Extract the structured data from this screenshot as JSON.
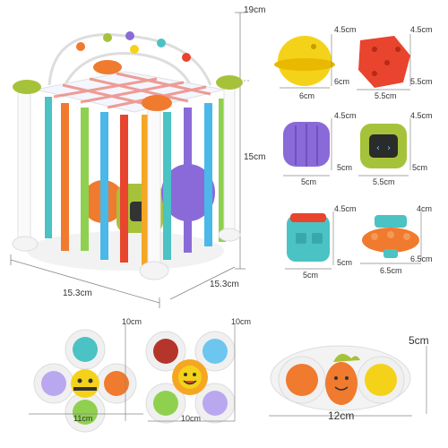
{
  "cube": {
    "height": "19cm",
    "inner_height": "15cm",
    "width": "15.3cm",
    "depth": "15.3cm"
  },
  "shapes": [
    {
      "name": "yellow-ball-toy",
      "width": "6cm",
      "height": "4.5cm",
      "depth": "6cm",
      "color": "#f5d21a"
    },
    {
      "name": "red-octagon-toy",
      "width": "5.5cm",
      "height": "4.5cm",
      "depth": "5.5cm",
      "color": "#e8442e"
    },
    {
      "name": "purple-barrel-toy",
      "width": "5cm",
      "height": "4.5cm",
      "depth": "5cm",
      "color": "#8a6ad8"
    },
    {
      "name": "robot-face-toy",
      "width": "5.5cm",
      "height": "4.5cm",
      "depth": "5cm",
      "color": "#a6c23a"
    },
    {
      "name": "teal-hexagon-toy",
      "width": "5cm",
      "height": "4.5cm",
      "depth": "5cm",
      "color": "#4bc2c4"
    },
    {
      "name": "orange-ufo-toy",
      "width": "6.5cm",
      "height": "4cm",
      "depth": "6.5cm",
      "color": "#f07a2e"
    }
  ],
  "spinners": [
    {
      "name": "bee-spinner",
      "width": "11cm",
      "height": "10cm"
    },
    {
      "name": "sun-spinner",
      "width": "10cm",
      "height": "10cm"
    }
  ],
  "popper": {
    "name": "carrot-popper",
    "width": "12cm",
    "height": "5cm"
  }
}
